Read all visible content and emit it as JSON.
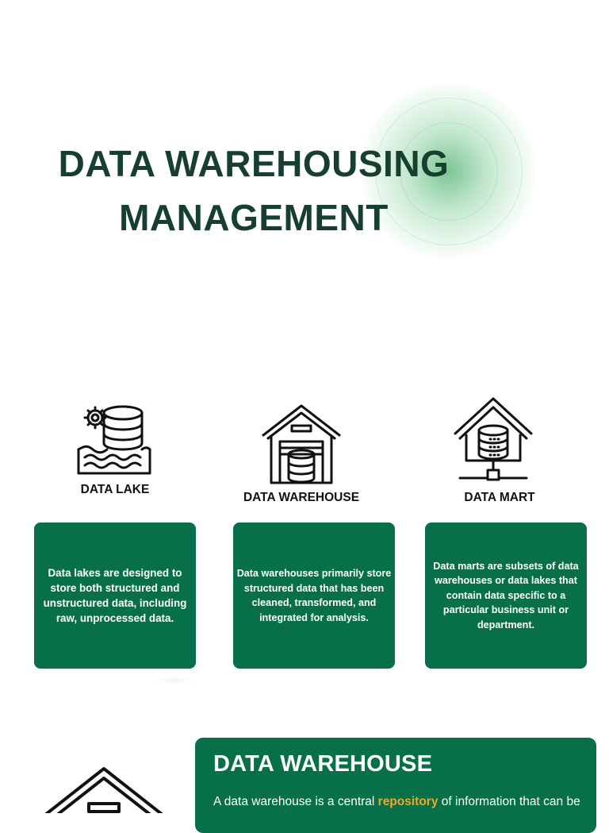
{
  "title": {
    "line1": "DATA WAREHOUSING",
    "line2": "MANAGEMENT"
  },
  "columns": [
    {
      "label": "DATA LAKE",
      "icon": "data-lake-icon",
      "text": "Data lakes are designed to store both structured and unstructured data, including raw, unprocessed data."
    },
    {
      "label": "DATA WAREHOUSE",
      "icon": "warehouse-icon",
      "text": "Data warehouses primarily store structured data that has been cleaned, transformed, and integrated for analysis."
    },
    {
      "label": "DATA MART",
      "icon": "data-mart-icon",
      "text": "Data marts are subsets of data warehouses or data lakes that contain data specific to a particular business unit or department."
    }
  ],
  "section": {
    "heading": "DATA WAREHOUSE",
    "text_before": "A data warehouse is a central ",
    "highlight": "repository",
    "text_after": " of information that can be"
  },
  "colors": {
    "accent_green": "#087048",
    "title_green": "#173f2f",
    "highlight": "#f5a623"
  }
}
